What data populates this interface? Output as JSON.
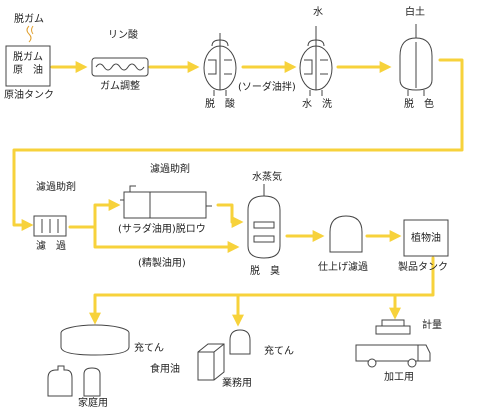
{
  "colors": {
    "arrow": "#F7D23B",
    "stroke": "#444444",
    "text": "#222222"
  },
  "labels": {
    "degum_input": "脱ガム",
    "crude_tank_box_line1": "脱ガム",
    "crude_tank_box_line2": "原　油",
    "crude_tank": "原油タンク",
    "phosphoric_acid": "リン酸",
    "gum_adjust": "ガム調整",
    "deacid": "脱　酸",
    "soda_refining": "(ソーダ油拌)",
    "water": "水",
    "water_wash": "水　洗",
    "clay": "白土",
    "decolor": "脱　色",
    "filter_aid_left": "濾過助剤",
    "filter": "濾　過",
    "filter_aid_top": "濾過助剤",
    "dewax": "(サラダ油用)脱ロウ",
    "refined_oil": "(精製油用)",
    "steam": "水蒸気",
    "deodor": "脱　臭",
    "finish_filter": "仕上げ濾過",
    "veg_oil": "植物油",
    "product_tank": "製品タンク",
    "fill_left": "充てん",
    "home_use": "家庭用",
    "edible_oil": "食用油",
    "business_use": "業務用",
    "fill_mid": "充てん",
    "weigh": "計量",
    "processing": "加工用"
  }
}
